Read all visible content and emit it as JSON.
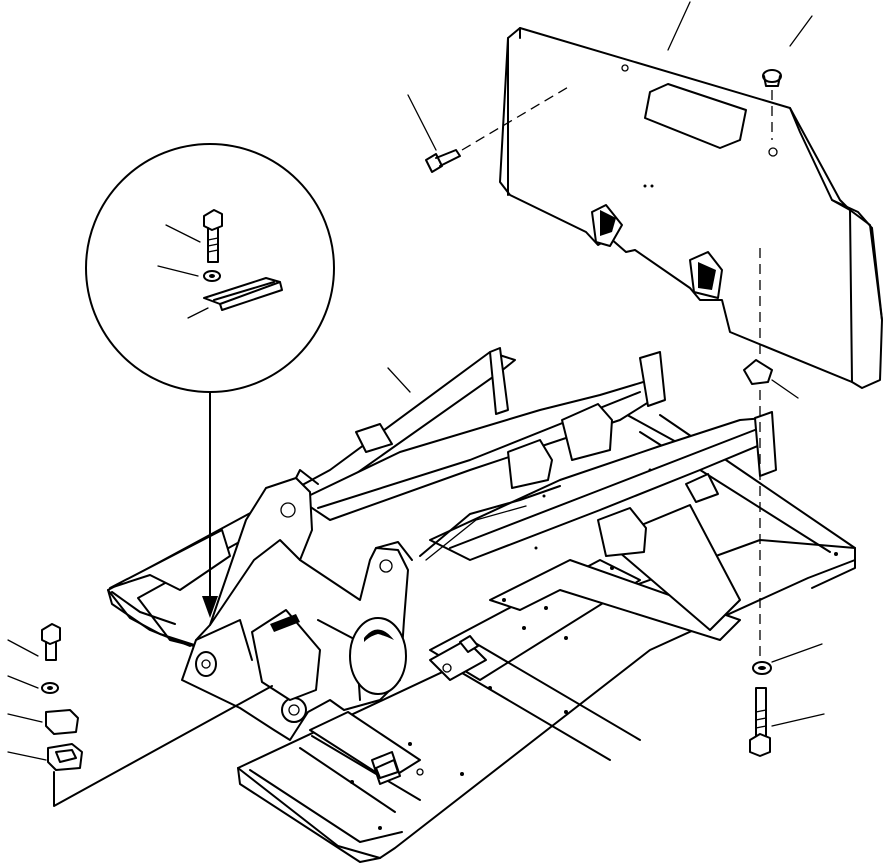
{
  "diagram": {
    "components": [
      {
        "id": "counterweight",
        "icon": "counterweight-icon"
      },
      {
        "id": "counterweight-plug",
        "icon": "plug-icon"
      },
      {
        "id": "counterweight-side-bolt",
        "icon": "bolt-icon"
      },
      {
        "id": "counterweight-lock-plate",
        "icon": "lock-plate-icon"
      },
      {
        "id": "main-frame",
        "icon": "frame-icon"
      },
      {
        "id": "detail-bolt",
        "icon": "bolt-icon"
      },
      {
        "id": "detail-washer",
        "icon": "washer-icon"
      },
      {
        "id": "detail-plate",
        "icon": "plate-icon"
      },
      {
        "id": "front-bolt",
        "icon": "bolt-icon"
      },
      {
        "id": "front-washer",
        "icon": "washer-icon"
      },
      {
        "id": "front-shim",
        "icon": "shim-icon"
      },
      {
        "id": "front-retainer",
        "icon": "retainer-icon"
      },
      {
        "id": "rear-washer",
        "icon": "washer-icon"
      },
      {
        "id": "rear-long-bolt",
        "icon": "bolt-icon"
      }
    ]
  }
}
